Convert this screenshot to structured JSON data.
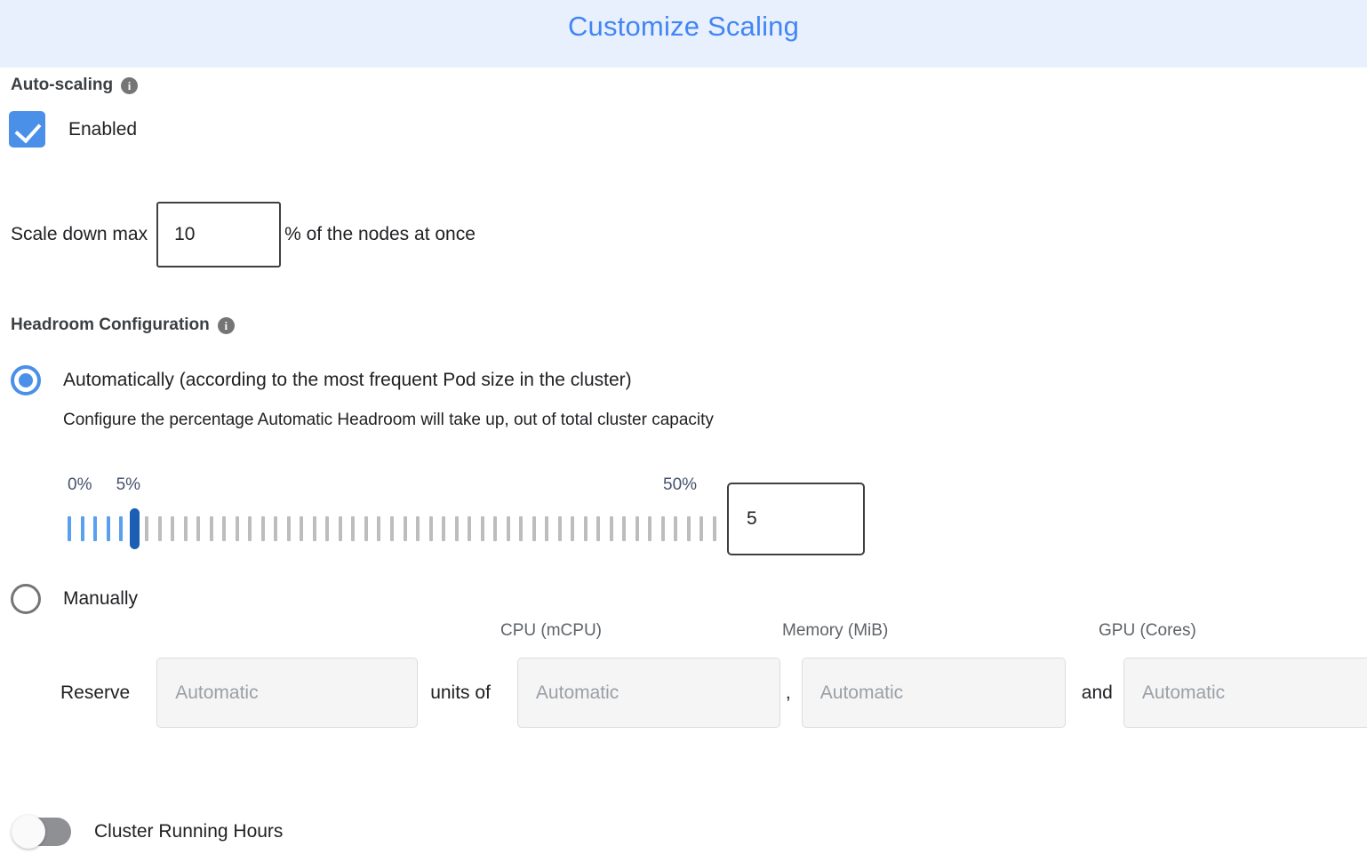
{
  "header": {
    "title": "Customize Scaling",
    "bg_color": "#e8f0fe",
    "title_color": "#4285f4"
  },
  "autoscaling": {
    "heading": "Auto-scaling",
    "info_icon": "info-icon",
    "info_glyph": "i",
    "enabled_label": "Enabled",
    "enabled_checked": true,
    "checkbox_color": "#4a90e8"
  },
  "scale_down": {
    "label": "Scale down max",
    "value": "10",
    "suffix": "% of the nodes at once"
  },
  "headroom": {
    "heading": "Headroom Configuration",
    "info_glyph": "i",
    "options": [
      {
        "label": "Automatically (according to the most frequent Pod size in the cluster)",
        "selected": true
      },
      {
        "label": "Manually",
        "selected": false
      }
    ],
    "description": "Configure the percentage Automatic Headroom will take up, out of total cluster capacity",
    "slider": {
      "min_label": "0%",
      "max_label": "50%",
      "current_label": "5%",
      "min": 0,
      "max": 50,
      "value": 5,
      "tick_count": 51,
      "value_input": "5",
      "filled_color": "#59a0ef",
      "empty_color": "#bdbdbd",
      "thumb_color": "#1a5fb4",
      "label_color": "#46526e"
    },
    "manual_fields": {
      "reserve_word": "Reserve",
      "units_of_word": "units of",
      "comma": ",",
      "and_word": "and",
      "units_placeholder": "Automatic",
      "columns": [
        {
          "label": "CPU (mCPU)",
          "placeholder": "Automatic"
        },
        {
          "label": "Memory (MiB)",
          "placeholder": "Automatic"
        },
        {
          "label": "GPU (Cores)",
          "placeholder": "Automatic"
        }
      ]
    }
  },
  "cluster_running_hours": {
    "label": "Cluster Running Hours",
    "enabled": false
  }
}
